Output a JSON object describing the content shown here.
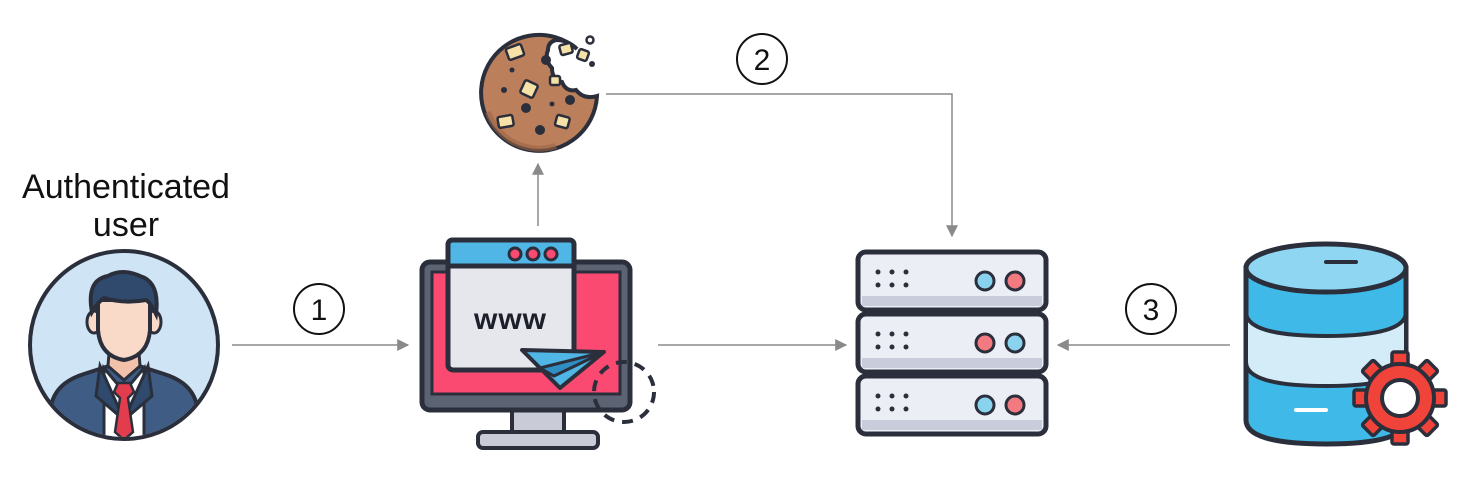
{
  "user": {
    "label_line1": "Authenticated",
    "label_line2": "user"
  },
  "browser": {
    "address_text": "www"
  },
  "steps": [
    {
      "label": "1"
    },
    {
      "label": "2"
    },
    {
      "label": "3"
    }
  ],
  "colors": {
    "outline": "#2b2f3c",
    "skin": "#f9d9c8",
    "suit": "#3e5c84",
    "tie": "#e33d4d",
    "avatar_bg": "#cfe4f5",
    "browser_pink": "#fb4a72",
    "browser_blue": "#4fb6e5",
    "cookie": "#bb7f5b",
    "server_panel": "#eceef6",
    "db_blue": "#3fb9e7",
    "gear_red": "#f0433a",
    "arrow": "#8a8a8a"
  },
  "icons": {
    "user": "user-avatar-icon",
    "cookie": "cookie-icon",
    "browser": "computer-browser-icon",
    "server": "server-stack-icon",
    "database": "database-gear-icon"
  }
}
